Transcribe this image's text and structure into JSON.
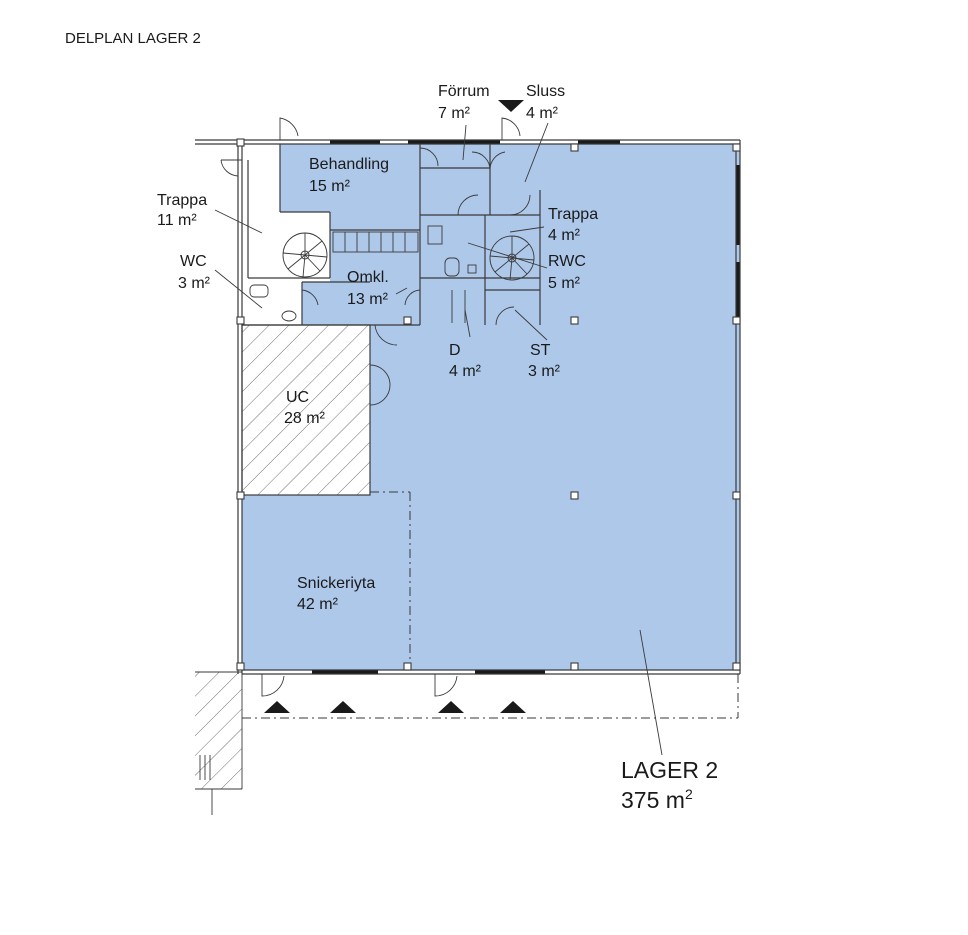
{
  "title": "DELPLAN LAGER 2",
  "colors": {
    "floor": "#aec8ea",
    "wall": "#3a3a3a",
    "hatch": "#6f6f6f"
  },
  "rooms": [
    {
      "id": "forrum",
      "name": "Förrum",
      "area": "7 m²"
    },
    {
      "id": "sluss",
      "name": "Sluss",
      "area": "4 m²"
    },
    {
      "id": "behandling",
      "name": "Behandling",
      "area": "15 m²"
    },
    {
      "id": "trappa_w",
      "name": "Trappa",
      "area": "11 m²"
    },
    {
      "id": "trappa_e",
      "name": "Trappa",
      "area": "4 m²"
    },
    {
      "id": "wc",
      "name": "WC",
      "area": "3 m²"
    },
    {
      "id": "rwc",
      "name": "RWC",
      "area": "5 m²"
    },
    {
      "id": "omkl",
      "name": "Omkl.",
      "area": "13 m²"
    },
    {
      "id": "d",
      "name": "D",
      "area": "4 m²"
    },
    {
      "id": "st",
      "name": "ST",
      "area": "3 m²"
    },
    {
      "id": "uc",
      "name": "UC",
      "area": "28 m²"
    },
    {
      "id": "snickeri",
      "name": "Snickeriyta",
      "area": "42 m²"
    }
  ],
  "main": {
    "name": "LAGER 2",
    "area_value": "375 m",
    "area_sup": "2"
  }
}
